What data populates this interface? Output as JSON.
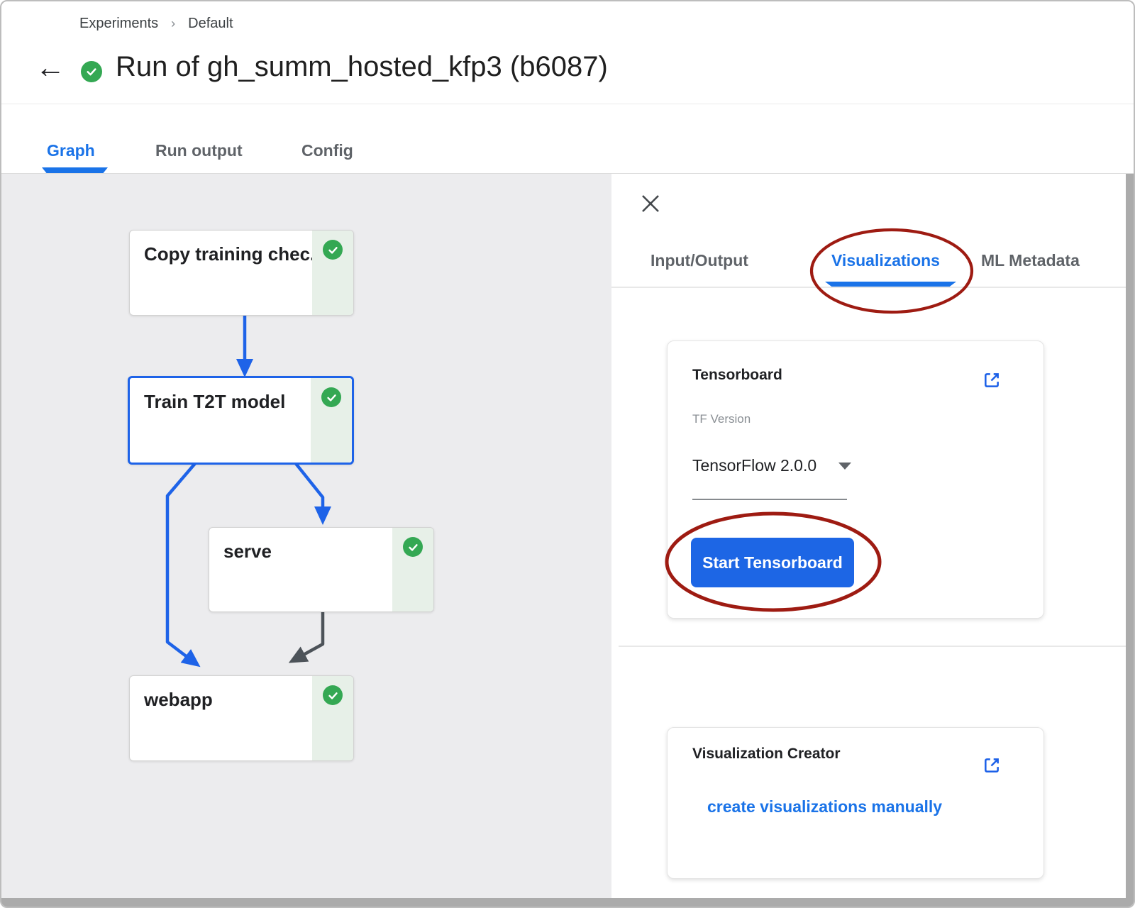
{
  "breadcrumb": {
    "items": [
      "Experiments",
      "Default"
    ],
    "separator": "›"
  },
  "header": {
    "back_icon": "←",
    "status_icon": "success-check",
    "title": "Run of gh_summ_hosted_kfp3 (b6087)"
  },
  "tabs": {
    "items": [
      {
        "label": "Graph",
        "active": true
      },
      {
        "label": "Run output",
        "active": false
      },
      {
        "label": "Config",
        "active": false
      }
    ]
  },
  "graph": {
    "nodes": [
      {
        "label": "Copy training chec...",
        "status": "succeeded",
        "selected": false
      },
      {
        "label": "Train T2T model",
        "status": "succeeded",
        "selected": true
      },
      {
        "label": "serve",
        "status": "succeeded",
        "selected": false
      },
      {
        "label": "webapp",
        "status": "succeeded",
        "selected": false
      }
    ]
  },
  "detail_panel": {
    "close_icon": "✕",
    "tabs": [
      {
        "label": "Input/Output",
        "active": false
      },
      {
        "label": "Visualizations",
        "active": true
      },
      {
        "label": "ML Metadata",
        "active": false
      }
    ],
    "tensorboard_card": {
      "title": "Tensorboard",
      "open_in_new_icon": "open-in-new",
      "tf_version_label": "TF Version",
      "tf_version_value": "TensorFlow 2.0.0",
      "dropdown_icon": "▾",
      "start_button_label": "Start Tensorboard"
    },
    "visualization_creator_card": {
      "title": "Visualization Creator",
      "open_in_new_icon": "open-in-new",
      "link_label": "create visualizations manually"
    }
  },
  "annotations": {
    "shape": "red-ellipse",
    "targets": [
      "Visualizations tab",
      "Start Tensorboard button"
    ],
    "color": "#9e1b12"
  },
  "colors": {
    "accent_blue": "#1a73e8",
    "arrow_blue": "#1e63e8",
    "button_blue": "#1d66e5",
    "success_green": "#34a853",
    "success_light": "#e7f0e8",
    "annotation_red": "#9e1b12",
    "inactive_tab_gray": "#5f6368",
    "graph_background": "#ececee",
    "scrollbar_gray": "#ababab"
  }
}
